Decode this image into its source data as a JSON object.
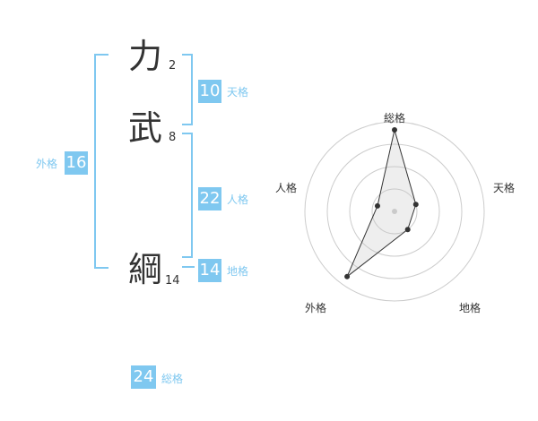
{
  "characters": [
    {
      "char": "力",
      "strokes": "2"
    },
    {
      "char": "武",
      "strokes": "8"
    },
    {
      "char": "綱",
      "strokes": "14"
    }
  ],
  "fortunes": {
    "tenkaku": {
      "value": "10",
      "label": "天格"
    },
    "jinkaku": {
      "value": "22",
      "label": "人格"
    },
    "chikaku": {
      "value": "14",
      "label": "地格"
    },
    "gaikaku": {
      "value": "16",
      "label": "外格"
    },
    "soukaku": {
      "value": "24",
      "label": "総格"
    }
  },
  "colors": {
    "accent": "#7fc8f0",
    "text": "#333333",
    "grid": "#cccccc"
  },
  "chart_data": {
    "type": "radar",
    "axes": [
      "総格",
      "天格",
      "地格",
      "外格",
      "人格"
    ],
    "values": [
      0.91,
      0.25,
      0.25,
      0.9,
      0.2
    ],
    "rings": 4
  }
}
